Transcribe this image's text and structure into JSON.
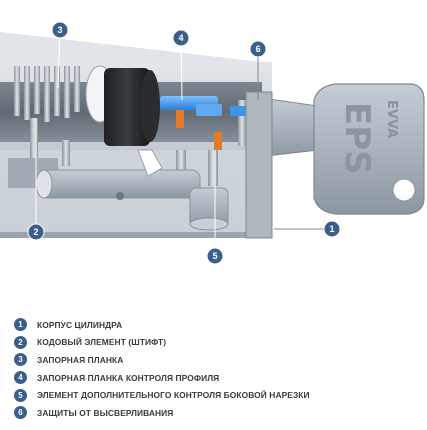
{
  "brand": {
    "top": "EVVA",
    "main": "EPS"
  },
  "callouts": [
    {
      "number": "1"
    },
    {
      "number": "2"
    },
    {
      "number": "3"
    },
    {
      "number": "4"
    },
    {
      "number": "5"
    },
    {
      "number": "6"
    }
  ],
  "legend": [
    {
      "number": "1",
      "label": "КОРПУС ЦИЛИНДРА"
    },
    {
      "number": "2",
      "label": "КОДОВЫЙ ЭЛЕМЕНТ (ШТИФТ)"
    },
    {
      "number": "3",
      "label": "ЗАПОРНАЯ ПЛАНКА"
    },
    {
      "number": "4",
      "label": "ЗАПОРНАЯ ПЛАНКА КОНТРОЛЯ ПРОФИЛЯ"
    },
    {
      "number": "5",
      "label": "ЭЛЕМЕНТ ДОПОЛНИТЕЛЬНОГО КОНТРОЛЯ БОКОВОЙ НАРЕЗКИ"
    },
    {
      "number": "6",
      "label": "ЗАЩИТЫ ОТ ВЫСВЕРЛИВАНИЯ"
    }
  ],
  "colors": {
    "badge": "#3a5f8a",
    "blue_element": "#3b8fe0",
    "steel": "#b9c1c9"
  }
}
